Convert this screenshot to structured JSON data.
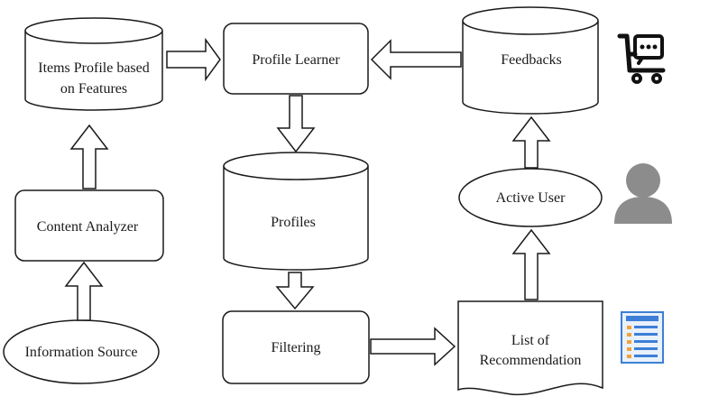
{
  "nodes": {
    "items_profile_line1": "Items Profile based",
    "items_profile_line2": "on Features",
    "profile_learner": "Profile Learner",
    "feedbacks": "Feedbacks",
    "profiles": "Profiles",
    "content_analyzer": "Content Analyzer",
    "active_user": "Active User",
    "filtering": "Filtering",
    "information_source": "Information Source",
    "list_line1": "List of",
    "list_line2": "Recommendation"
  },
  "icons": {
    "feedbacks_icon": "shopping-cart-chat-icon",
    "active_user_icon": "user-silhouette-icon",
    "list_icon": "document-list-icon"
  },
  "colors": {
    "stroke": "#1a1a1a",
    "user_icon": "#8c8c8c",
    "doc_blue": "#3d7fd6",
    "doc_paper": "#e9f1fb",
    "doc_stripe": "#f2a23a"
  }
}
